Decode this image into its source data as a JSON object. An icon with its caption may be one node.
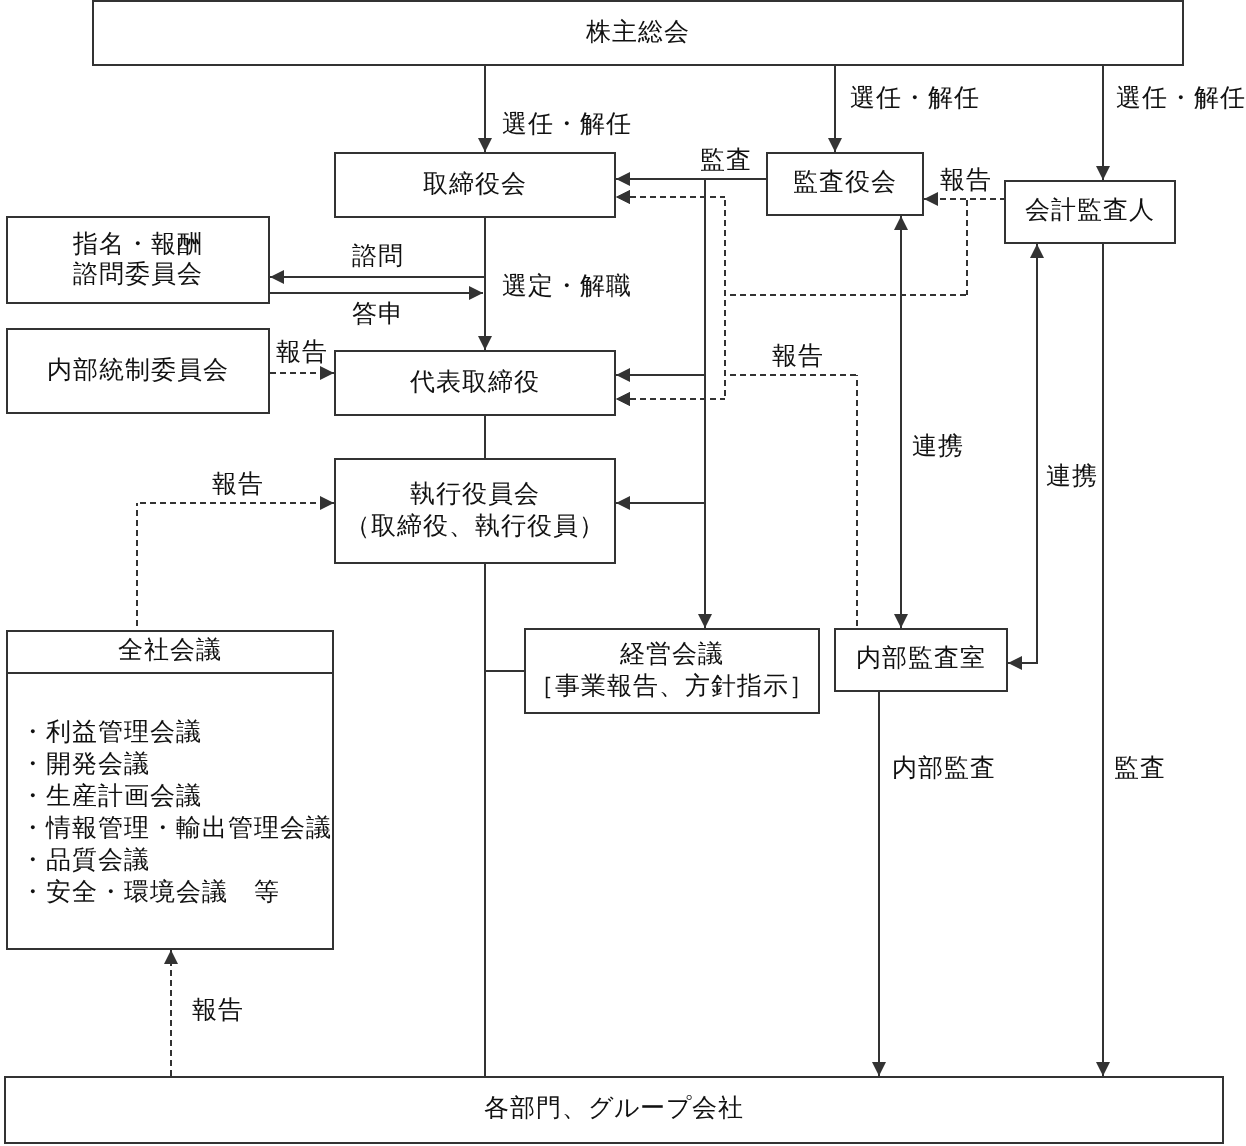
{
  "diagram": {
    "nodes": [
      {
        "text": [
          "株主総会"
        ]
      },
      {
        "text": [
          "取締役会"
        ]
      },
      {
        "text": [
          "監査役会"
        ]
      },
      {
        "text": [
          "会計監査人"
        ]
      },
      {
        "text": [
          "指名・報酬諮問委員会"
        ]
      },
      {
        "text": [
          "内部統制委員会"
        ]
      },
      {
        "text": [
          "代表取締役"
        ]
      },
      {
        "text": [
          "執行役員会",
          "（取締役、執行役員）"
        ]
      },
      {
        "text": [
          "全社会議",
          "・利益管理会議",
          "・開発会議",
          "・生産計画会議",
          "・情報管理・輸出管理会議",
          "・品質会議",
          "・安全・環境会議　等"
        ]
      },
      {
        "text": [
          "経営会議",
          "［事業報告、方針指示］"
        ]
      },
      {
        "text": [
          "内部監査室"
        ]
      },
      {
        "text": [
          "各部門、グループ会社"
        ]
      }
    ],
    "edges": [
      {
        "from": 0,
        "to": 1,
        "arrow": "to",
        "label": "選任・解任"
      },
      {
        "from": 0,
        "to": 2,
        "arrow": "to",
        "label": "選任・解任"
      },
      {
        "from": 0,
        "to": 3,
        "arrow": "to",
        "label": "選任・解任"
      },
      {
        "from": 2,
        "to": 1,
        "arrow": "to",
        "label": "監査"
      },
      {
        "from": 3,
        "to": 2,
        "arrow": "to",
        "label": "報告",
        "style": "dashed"
      },
      {
        "from": 3,
        "to": 1,
        "arrow": "to",
        "style": "dashed"
      },
      {
        "from": 1,
        "to": 4,
        "arrow": "to",
        "label": "諮問"
      },
      {
        "from": 4,
        "to": null,
        "arrow": "to",
        "label": "答申"
      },
      {
        "from": 1,
        "to": 6,
        "arrow": "to",
        "label": "選定・解職"
      },
      {
        "from": 5,
        "to": 6,
        "arrow": "to",
        "label": "報告",
        "style": "dashed"
      },
      {
        "from": 3,
        "to": 6,
        "arrow": "to",
        "style": "dashed"
      },
      {
        "from": 10,
        "to": 1,
        "arrow": "to",
        "style": "dashed"
      },
      {
        "from": 10,
        "to": 6,
        "arrow": "to",
        "label": "報告",
        "style": "dashed"
      },
      {
        "from": 2,
        "to": 6,
        "arrow": "to"
      },
      {
        "from": 2,
        "to": 7,
        "arrow": "to"
      },
      {
        "from": 2,
        "to": 9,
        "arrow": "to"
      },
      {
        "from": 2,
        "to": 10,
        "arrow": "both",
        "label": "連携"
      },
      {
        "from": 3,
        "to": 10,
        "arrow": "both",
        "label": "連携"
      },
      {
        "from": 6,
        "to": 7,
        "arrow": "none"
      },
      {
        "from": 8,
        "to": 7,
        "arrow": "to",
        "label": "報告",
        "style": "dashed"
      },
      {
        "from": 7,
        "to": 9,
        "arrow": "none"
      },
      {
        "from": 7,
        "to": 11,
        "arrow": "none"
      },
      {
        "from": 10,
        "to": 11,
        "arrow": "to",
        "label": "内部監査"
      },
      {
        "from": 3,
        "to": 11,
        "arrow": "to",
        "label": "監査"
      },
      {
        "from": 11,
        "to": 8,
        "arrow": "to",
        "label": "報告",
        "style": "dashed"
      }
    ]
  }
}
